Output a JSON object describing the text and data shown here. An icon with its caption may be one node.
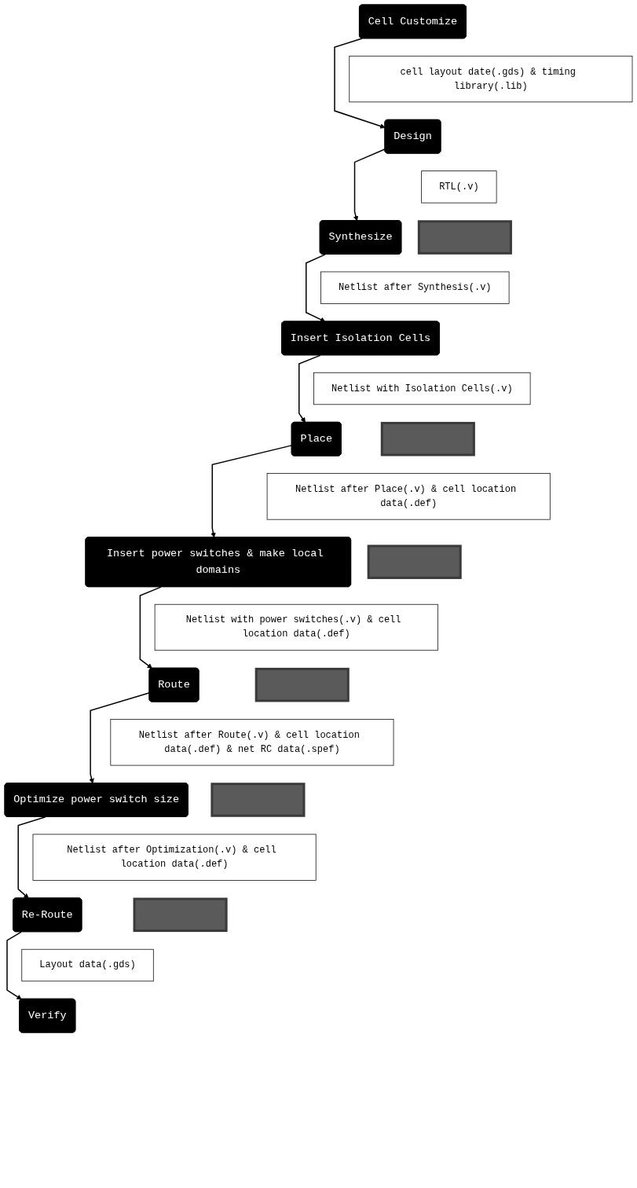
{
  "diagram": {
    "nodes": [
      {
        "text": [
          "Cell Customize"
        ]
      },
      {
        "text": [
          "cell layout date(.gds) & timing library(.lib)"
        ]
      },
      {
        "text": [
          "Design"
        ]
      },
      {
        "text": [
          "RTL(.v)"
        ]
      },
      {
        "text": [
          "Synthesize"
        ]
      },
      {
        "text": [],
        "shape": "box"
      },
      {
        "text": [
          "Netlist after Synthesis(.v)"
        ]
      },
      {
        "text": [
          "Insert Isolation Cells"
        ]
      },
      {
        "text": [
          "Netlist with Isolation Cells(.v)"
        ]
      },
      {
        "text": [
          "Place"
        ]
      },
      {
        "text": [],
        "shape": "box"
      },
      {
        "text": [
          "Netlist after Place(.v) & cell location data(.def)"
        ]
      },
      {
        "text": [
          "Insert power switches & make local domains"
        ]
      },
      {
        "text": [],
        "shape": "box"
      },
      {
        "text": [
          "Netlist with power switches(.v) & cell location data(.def)"
        ]
      },
      {
        "text": [
          "Route"
        ]
      },
      {
        "text": [],
        "shape": "box"
      },
      {
        "text": [
          "Netlist after Route(.v) & cell location data(.def) & net RC data(.spef)"
        ]
      },
      {
        "text": [
          "Optimize power switch size"
        ]
      },
      {
        "text": [],
        "shape": "box"
      },
      {
        "text": [
          "Netlist after Optimization(.v) & cell location data(.def)"
        ]
      },
      {
        "text": [
          "Re-Route"
        ]
      },
      {
        "text": [],
        "shape": "box"
      },
      {
        "text": [
          "Layout data(.gds)"
        ]
      },
      {
        "text": [
          "Verify"
        ]
      }
    ],
    "edges": [
      {
        "from": 0,
        "to": 2,
        "arrow": "to"
      },
      {
        "from": 2,
        "to": 4,
        "arrow": "to"
      },
      {
        "from": 4,
        "to": 7,
        "arrow": "to"
      },
      {
        "from": 7,
        "to": 9,
        "arrow": "to"
      },
      {
        "from": 9,
        "to": 12,
        "arrow": "to"
      },
      {
        "from": 12,
        "to": 15,
        "arrow": "to"
      },
      {
        "from": 15,
        "to": 18,
        "arrow": "to"
      },
      {
        "from": 18,
        "to": 21,
        "arrow": "to"
      },
      {
        "from": 21,
        "to": 24,
        "arrow": "to"
      }
    ]
  }
}
